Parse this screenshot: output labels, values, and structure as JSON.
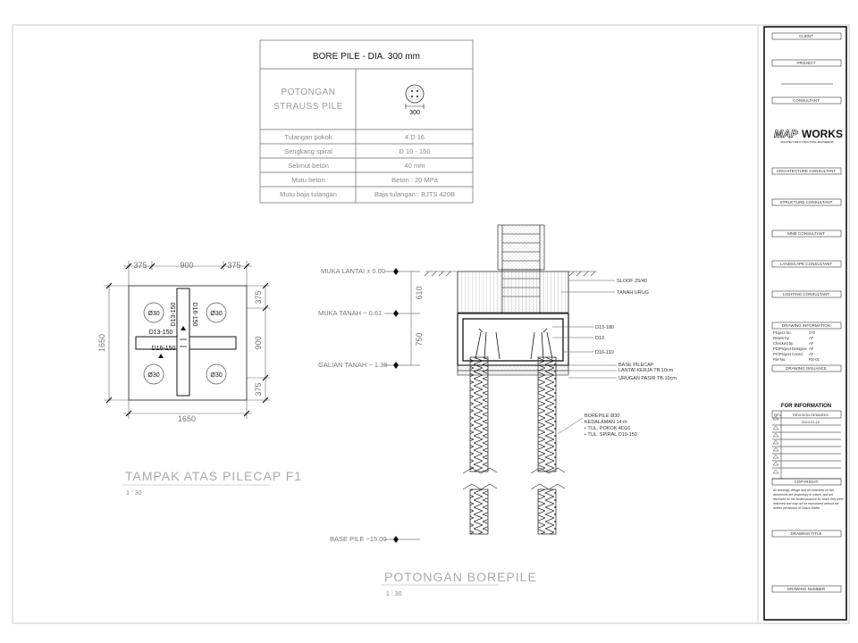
{
  "spec_table": {
    "title": "BORE PILE - DIA. 300 mm",
    "section_label_1": "POTONGAN",
    "section_label_2": "STRAUSS PILE",
    "pile_diameter_label": "300",
    "rows": [
      {
        "label": "Tulangan pokok",
        "value": "4 D 16"
      },
      {
        "label": "Sengkang spiral",
        "value": "D 10 - 150"
      },
      {
        "label": "Selimut beton",
        "value": "40 mm"
      },
      {
        "label": "Mutu beton",
        "value": "Beton : 20 MPa"
      },
      {
        "label": "Mutu baja tulangan",
        "value": "Baja tulangan : BJTS 420B"
      }
    ]
  },
  "plan": {
    "title": "TAMPAK ATAS PILECAP F1",
    "scale": "1 : 30",
    "dim_top": [
      "375",
      "900",
      "375"
    ],
    "dim_right": [
      "375",
      "900",
      "375"
    ],
    "dim_left": "1650",
    "dim_bottom": "1650",
    "pile_label": "Ø30",
    "bar_labels": [
      "D13-150",
      "D16-150",
      "D13-150",
      "D16-150"
    ]
  },
  "section": {
    "title": "POTONGAN BOREPILE",
    "scale": "1 : 30",
    "levels": [
      {
        "label": "MUKA LANTAI ± 0.00"
      },
      {
        "label": "MUKA TANAH  − 0.61"
      },
      {
        "label": "GALIAN TANAH − 1.36"
      },
      {
        "label": "BASE PILE −15.00"
      }
    ],
    "dim_610": "610",
    "dim_750": "750",
    "callouts": {
      "sloof": "SLOOF 25/40",
      "tanah": "TANAH URUG",
      "d13_180": "D13-180",
      "d13": "D13",
      "d16_110": "D16-110",
      "base1": "BASE PILECAP",
      "base2": "LANTAI KERJA  TB.10cm",
      "urugan": "URUGAN PASIR  TB.10cm",
      "bp1": "BOREPILE  Ø30",
      "bp2": "KEDALAMAN  14  m",
      "bp3": "• TUL. POKOK  4D16",
      "bp4": "• TUL. SPIRAL  D10-150"
    }
  },
  "title_block": {
    "client": "CLIENT",
    "project": "PROJECT",
    "consultant": "CONSULTANT",
    "logo_a": "MAP",
    "logo_b": "WORKS",
    "logo_sub": "ARCHITECTURE & STRUCTURAL ENGINEERING",
    "architecture": "ARCHITECTURE CONSULTANT",
    "structure": "STRUCTURE CONSULTANT",
    "mme": "MME CONSULTANT",
    "landscape": "LANDSCAPE CONSULTANT",
    "lighting": "LIGHTING CONSULTANT",
    "drawing_info": "DRAWING INFORMATION",
    "info_rows": [
      {
        "label": "Project No.",
        "value": "272"
      },
      {
        "label": "Drawn by",
        "value": "AF"
      },
      {
        "label": "Checked by",
        "value": "AF"
      },
      {
        "label": "PD/Project Designer",
        "value": "AF"
      },
      {
        "label": "PC/Project Coord.",
        "value": "AF"
      },
      {
        "label": "File No.",
        "value": "RS-01"
      }
    ],
    "drawing_issuance": "DRAWING ISSUANCE",
    "for_information": "FOR INFORMATION",
    "rev_header": "REV.",
    "remark_header": "REVISION REMARKS",
    "revision_date": "2024.03.15",
    "copyright": "COPYRIGHT",
    "copyright_lines": [
      "All drawings, design and art illustrated on this",
      "documents are proprietary in nature, and are",
      "disclosed  for the limited purpose for which they were",
      "delivered and may not be reproduced without the",
      "written permission of Gasco Melter"
    ],
    "drawing_title": "DRAWING TITLE",
    "drawing_number": "DRAWING NUMBER"
  }
}
